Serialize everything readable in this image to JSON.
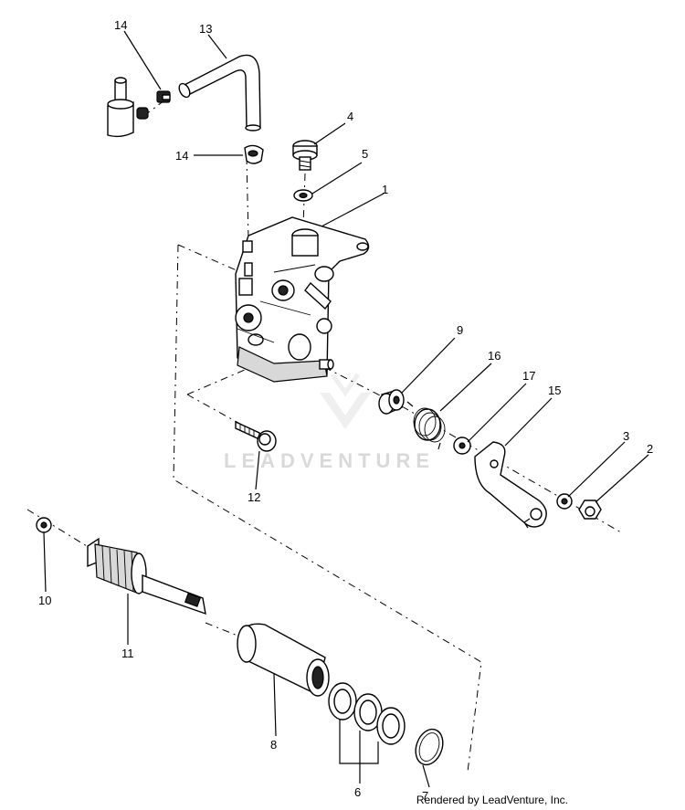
{
  "watermark": {
    "text": "LEADVENTURE"
  },
  "credit": "Rendered by LeadVenture, Inc.",
  "callouts": {
    "c1": "1",
    "c2": "2",
    "c3": "3",
    "c4": "4",
    "c5": "5",
    "c6": "6",
    "c7": "7",
    "c8": "8",
    "c9": "9",
    "c10": "10",
    "c11": "11",
    "c12": "12",
    "c13": "13",
    "c14a": "14",
    "c14b": "14",
    "c15": "15",
    "c16": "16",
    "c17": "17"
  }
}
